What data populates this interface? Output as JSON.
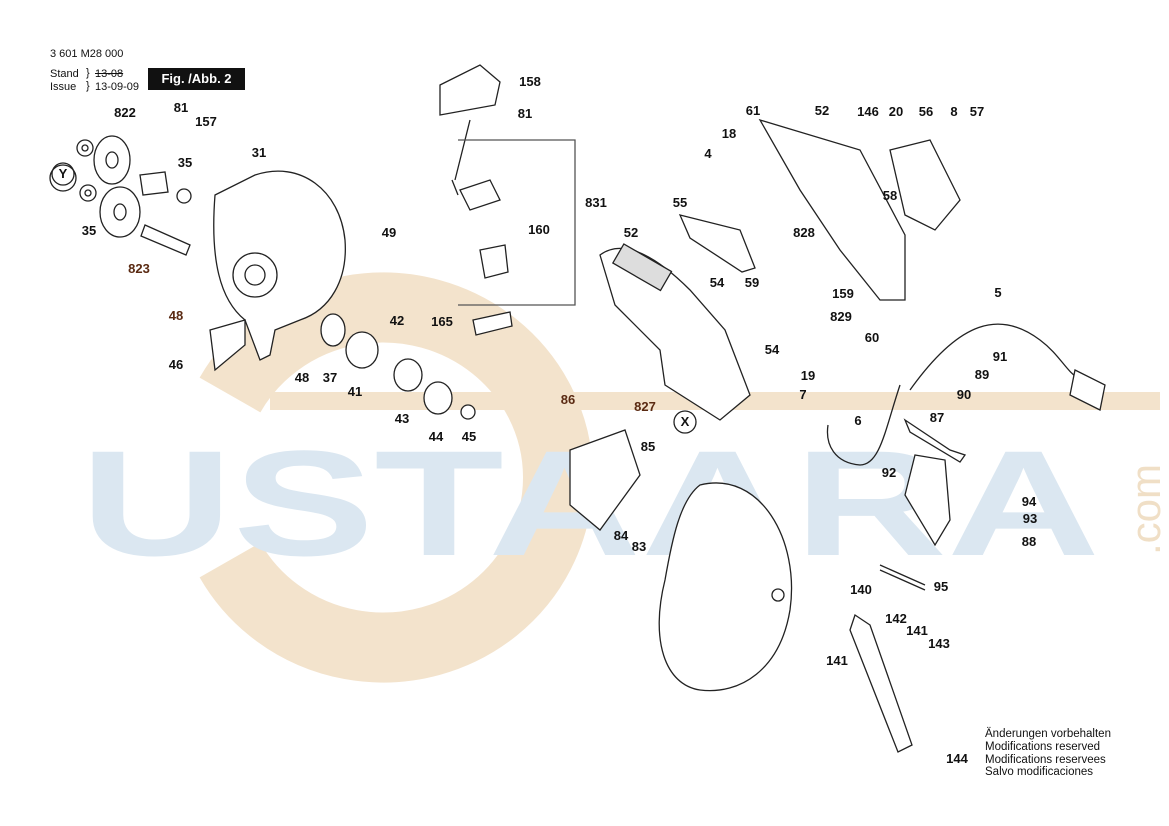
{
  "header": {
    "part_number": "3 601 M28 000",
    "stand_label": "Stand",
    "stand_value": "13-08",
    "issue_label": "Issue",
    "issue_value": "13-09-09",
    "figure": "Fig. /Abb. 2"
  },
  "watermark": {
    "text": "USTAARA",
    "suffix": ".com"
  },
  "part_labels": [
    "822",
    "81",
    "157",
    "35",
    "31",
    "Y",
    "35",
    "823",
    "49",
    "48",
    "46",
    "48",
    "42",
    "37",
    "41",
    "43",
    "44",
    "45",
    "158",
    "81",
    "831",
    "160",
    "165",
    "61",
    "52",
    "146",
    "20",
    "56",
    "8",
    "57",
    "18",
    "4",
    "55",
    "58",
    "828",
    "52",
    "54",
    "59",
    "159",
    "829",
    "54",
    "60",
    "5",
    "91",
    "89",
    "90",
    "87",
    "19",
    "7",
    "X",
    "6",
    "86",
    "827",
    "85",
    "84",
    "83",
    "92",
    "94",
    "93",
    "88",
    "95",
    "140",
    "142",
    "141",
    "143",
    "141",
    "144"
  ],
  "notes": [
    "Änderungen vorbehalten",
    "Modifications reserved",
    "Modifications reservees",
    "Salvo modificaciones"
  ]
}
